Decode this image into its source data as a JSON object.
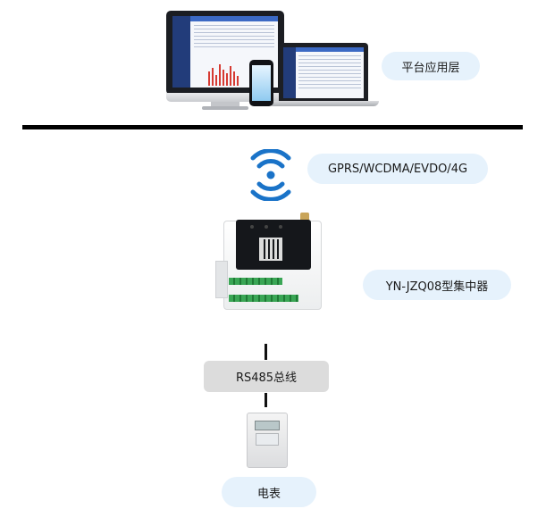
{
  "layers": {
    "platform": {
      "label": "平台应用层"
    },
    "network": {
      "label": "GPRS/WCDMA/EVDO/4G"
    },
    "concentrator": {
      "label": "YN-JZQ08型集中器"
    },
    "bus": {
      "label": "RS485总线"
    },
    "meter": {
      "label": "电表"
    }
  },
  "colors": {
    "pill_background": "#e6f2fc",
    "bus_box_background": "#dcdcdc",
    "wireless_icon": "#1a73c8",
    "divider": "#000000"
  },
  "icons": {
    "platform": "computer-devices-icon",
    "network": "wireless-signal-icon",
    "concentrator": "concentrator-device-icon",
    "meter": "electric-meter-icon"
  }
}
